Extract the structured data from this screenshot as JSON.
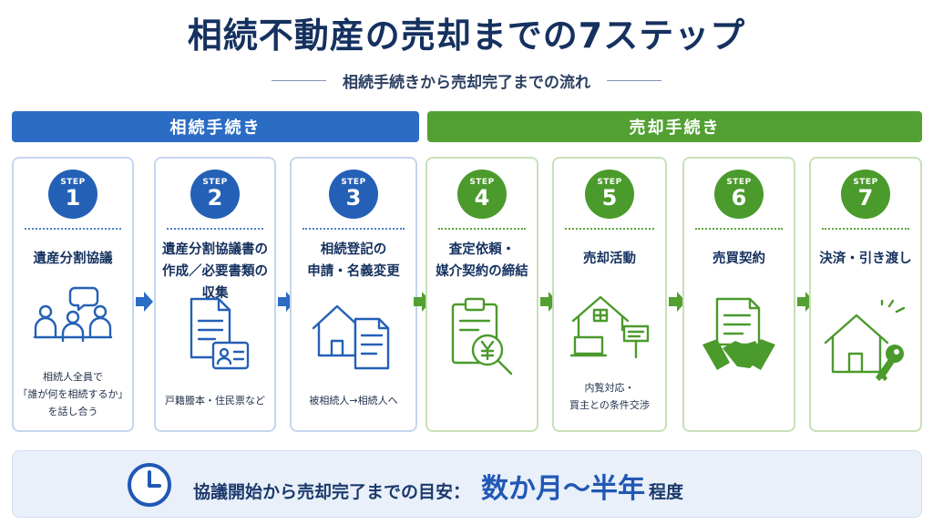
{
  "header": {
    "title": "相続不動産の売却までの7ステップ",
    "subtitle": "相続手続きから売却完了までの流れ"
  },
  "phases": [
    {
      "label": "相続手続き",
      "color": "#2b6cc4"
    },
    {
      "label": "売却手続き",
      "color": "#52a032"
    }
  ],
  "steps": [
    {
      "badge": "STEP",
      "number": "1",
      "title_lines": [
        "遺産分割協議"
      ],
      "icon": "people-meeting-icon",
      "desc_lines": [
        "相続人全員で",
        "「誰が何を相続するか」",
        "を話し合う"
      ]
    },
    {
      "badge": "STEP",
      "number": "2",
      "title_lines": [
        "遺産分割協議書の",
        "作成／必要書類の収集"
      ],
      "icon": "documents-id-card-icon",
      "desc_lines": [
        "戸籍謄本・住民票など"
      ]
    },
    {
      "badge": "STEP",
      "number": "3",
      "title_lines": [
        "相続登記の",
        "申請・名義変更"
      ],
      "icon": "house-document-icon",
      "desc_lines": [
        "被相続人→相続人へ"
      ]
    },
    {
      "badge": "STEP",
      "number": "4",
      "title_lines": [
        "査定依頼・",
        "媒介契約の締結"
      ],
      "icon": "clipboard-yen-magnifier-icon",
      "desc_lines": []
    },
    {
      "badge": "STEP",
      "number": "5",
      "title_lines": [
        "売却活動"
      ],
      "icon": "house-laptop-sign-icon",
      "desc_lines": [
        "内覧対応・",
        "買主との条件交渉"
      ]
    },
    {
      "badge": "STEP",
      "number": "6",
      "title_lines": [
        "売買契約"
      ],
      "icon": "contract-handshake-icon",
      "desc_lines": []
    },
    {
      "badge": "STEP",
      "number": "7",
      "title_lines": [
        "決済・引き渡し"
      ],
      "icon": "house-key-icon",
      "desc_lines": []
    }
  ],
  "footer": {
    "icon": "clock-icon",
    "text_prefix": "協議開始から売却完了までの目安：",
    "text_highlight": "数か月〜半年",
    "text_suffix": "程度"
  },
  "colors": {
    "blue": "#2b6cc4",
    "green": "#52a032",
    "navy": "#15315f"
  }
}
